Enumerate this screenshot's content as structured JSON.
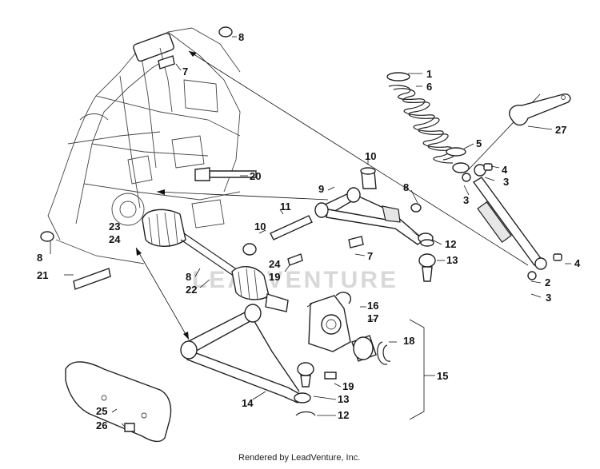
{
  "diagram": {
    "callouts": [
      {
        "id": "c1",
        "label": "1"
      },
      {
        "id": "c2",
        "label": "2"
      },
      {
        "id": "c3a",
        "label": "3"
      },
      {
        "id": "c3b",
        "label": "3"
      },
      {
        "id": "c3c",
        "label": "3"
      },
      {
        "id": "c4a",
        "label": "4"
      },
      {
        "id": "c4b",
        "label": "4"
      },
      {
        "id": "c5",
        "label": "5"
      },
      {
        "id": "c6",
        "label": "6"
      },
      {
        "id": "c7a",
        "label": "7"
      },
      {
        "id": "c7b",
        "label": "7"
      },
      {
        "id": "c8a",
        "label": "8"
      },
      {
        "id": "c8b",
        "label": "8"
      },
      {
        "id": "c8c",
        "label": "8"
      },
      {
        "id": "c8d",
        "label": "8"
      },
      {
        "id": "c9",
        "label": "9"
      },
      {
        "id": "c10a",
        "label": "10"
      },
      {
        "id": "c10b",
        "label": "10"
      },
      {
        "id": "c11",
        "label": "11"
      },
      {
        "id": "c12a",
        "label": "12"
      },
      {
        "id": "c12b",
        "label": "12"
      },
      {
        "id": "c13a",
        "label": "13"
      },
      {
        "id": "c13b",
        "label": "13"
      },
      {
        "id": "c14",
        "label": "14"
      },
      {
        "id": "c15",
        "label": "15"
      },
      {
        "id": "c16",
        "label": "16"
      },
      {
        "id": "c17",
        "label": "17"
      },
      {
        "id": "c18",
        "label": "18"
      },
      {
        "id": "c19a",
        "label": "19"
      },
      {
        "id": "c19b",
        "label": "19"
      },
      {
        "id": "c20",
        "label": "20"
      },
      {
        "id": "c21",
        "label": "21"
      },
      {
        "id": "c22",
        "label": "22"
      },
      {
        "id": "c23",
        "label": "23"
      },
      {
        "id": "c24a",
        "label": "24"
      },
      {
        "id": "c24b",
        "label": "24"
      },
      {
        "id": "c25",
        "label": "25"
      },
      {
        "id": "c26",
        "label": "26"
      },
      {
        "id": "c27",
        "label": "27"
      }
    ],
    "watermark": "LEADVENTURE",
    "credit": "Rendered by LeadVenture, Inc."
  }
}
